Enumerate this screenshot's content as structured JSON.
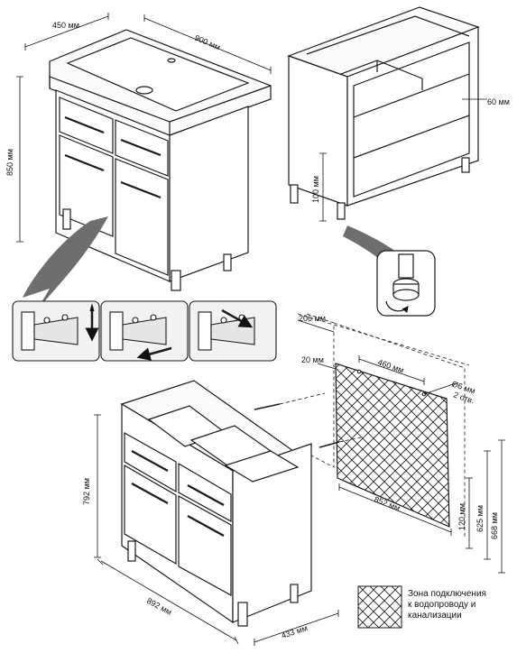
{
  "dimensions": {
    "top_depth": "450 мм",
    "top_width": "900 мм",
    "top_height": "850 мм",
    "frame_side": "60 мм",
    "leg_height": "100 мм",
    "bottom_height": "792 мм",
    "bottom_width": "892 мм",
    "bottom_depth": "433 мм",
    "wall_left": "206 мм",
    "wall_top_offset": "20 мм",
    "hole_spacing": "460 мм",
    "hole_diam": "Ø6 мм",
    "hole_count": "2 отв.",
    "zone_width": "852 мм",
    "zone_h1": "120 мм",
    "zone_h2": "625 мм",
    "zone_h3": "668 мм"
  },
  "legend": {
    "line1": "Зона подключения",
    "line2": "к водопроводу и",
    "line3": "канализации"
  },
  "colors": {
    "stroke": "#1a1a1a",
    "arrow_gray": "#6e6e6e",
    "panel_fill": "#f2f2f2"
  }
}
